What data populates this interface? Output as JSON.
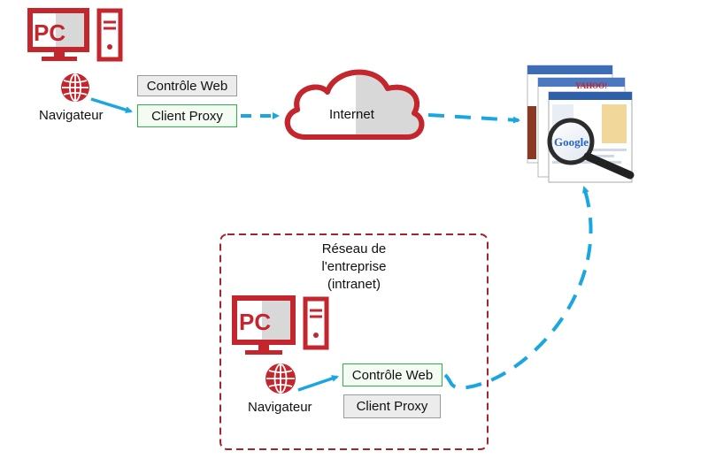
{
  "colors": {
    "brand_red": "#c4262e",
    "arrow_blue": "#1aa7e0",
    "green_border": "#2db34a",
    "gray_fill": "#ececec"
  },
  "top_group": {
    "monitor_text": "PC",
    "browser_label": "Navigateur",
    "web_control_label": "Contrôle Web",
    "proxy_label": "Client Proxy"
  },
  "cloud": {
    "label": "Internet"
  },
  "search_engine": {
    "icon": "search-engines-magnifier-icon",
    "logos": [
      "YAHOO!",
      "Google"
    ]
  },
  "enterprise": {
    "title_lines": [
      "Réseau de",
      "l'entreprise",
      "(intranet)"
    ],
    "monitor_text": "PC",
    "browser_label": "Navigateur",
    "web_control_label": "Contrôle Web",
    "proxy_label": "Client Proxy"
  }
}
